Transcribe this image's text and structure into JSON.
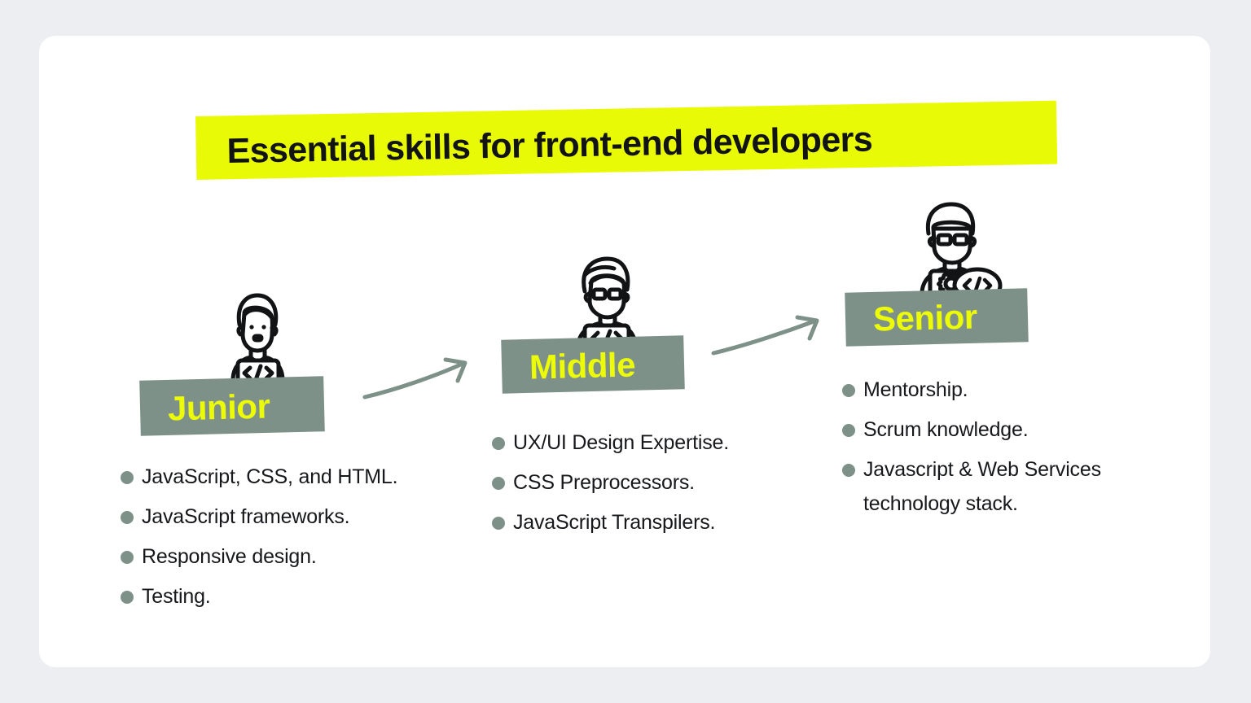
{
  "page": {
    "background_color": "#edeef1",
    "card_color": "#ffffff"
  },
  "title": {
    "text": "Essential skills for front-end developers",
    "highlight_color": "#e9fa06",
    "text_color": "#111315"
  },
  "theme": {
    "sage": "#7e9189",
    "yellow": "#ecfb08",
    "bullet_dot": "#7d9189",
    "arrow": "#7e9189",
    "body_text": "#16181b"
  },
  "levels": [
    {
      "id": "junior",
      "label": "Junior",
      "icon": "developer-avatar-icon",
      "bullets": [
        "JavaScript, CSS, and HTML.",
        "JavaScript frameworks.",
        "Responsive design.",
        "Testing."
      ]
    },
    {
      "id": "middle",
      "label": "Middle",
      "icon": "developer-avatar-glasses-icon",
      "bullets": [
        "UX/UI Design Expertise.",
        "CSS Preprocessors.",
        "JavaScript Transpilers."
      ]
    },
    {
      "id": "senior",
      "label": "Senior",
      "icon": "senior-developer-avatar-icon",
      "bullets": [
        "Mentorship.",
        "Scrum knowledge.",
        "Javascript & Web Services technology stack."
      ]
    }
  ],
  "arrows": [
    {
      "id": "arrow-junior-to-middle",
      "name": "progression-arrow"
    },
    {
      "id": "arrow-middle-to-senior",
      "name": "progression-arrow"
    }
  ]
}
